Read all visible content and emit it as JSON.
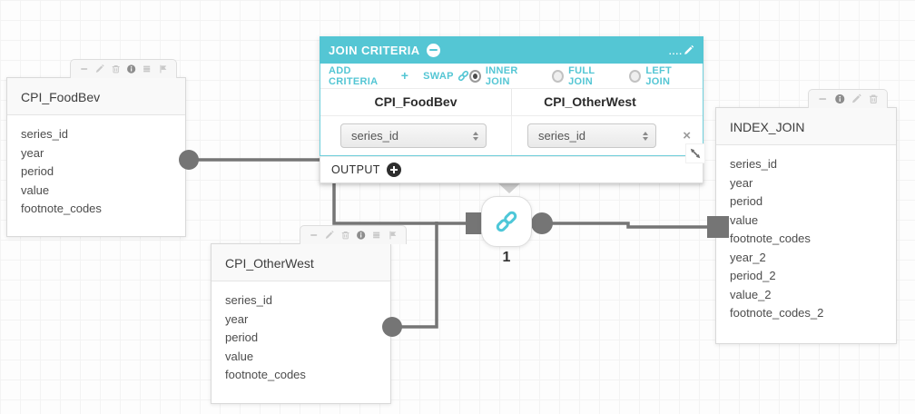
{
  "colors": {
    "accent": "#54c6d4",
    "connector": "#757575",
    "grid_line": "#f3f3f3",
    "card_border": "#d9d9d9"
  },
  "join_panel": {
    "title": "JOIN CRITERIA",
    "toolbar": {
      "add_criteria": "ADD CRITERIA",
      "swap": "SWAP"
    },
    "join_types": [
      {
        "label": "INNER JOIN",
        "selected": true
      },
      {
        "label": "FULL JOIN",
        "selected": false
      },
      {
        "label": "LEFT JOIN",
        "selected": false
      }
    ],
    "columns": {
      "left": "CPI_FoodBev",
      "right": "CPI_OtherWest"
    },
    "criteria": [
      {
        "left_field": "series_id",
        "right_field": "series_id"
      }
    ],
    "remove_label": "×",
    "output_label": "OUTPUT",
    "icons": [
      "minus-circle-icon",
      "rename-pencil-icon",
      "add-plus-icon",
      "swap-link-icon",
      "resize-icon",
      "output-plus-icon"
    ]
  },
  "tables": [
    {
      "name": "CPI_FoodBev",
      "fields": [
        "series_id",
        "year",
        "period",
        "value",
        "footnote_codes"
      ],
      "tab_icons": [
        "minus-icon",
        "pencil-icon",
        "trash-icon",
        "info-icon",
        "rows-icon",
        "flag-icon"
      ]
    },
    {
      "name": "CPI_OtherWest",
      "fields": [
        "series_id",
        "year",
        "period",
        "value",
        "footnote_codes"
      ],
      "tab_icons": [
        "minus-icon",
        "pencil-icon",
        "trash-icon",
        "info-icon",
        "rows-icon",
        "flag-icon"
      ]
    },
    {
      "name": "INDEX_JOIN",
      "fields": [
        "series_id",
        "year",
        "period",
        "value",
        "footnote_codes",
        "year_2",
        "period_2",
        "value_2",
        "footnote_codes_2"
      ],
      "tab_icons": [
        "minus-icon",
        "info-icon",
        "pencil-icon",
        "trash-icon"
      ]
    }
  ],
  "join_node": {
    "label": "1",
    "icon": "link-icon"
  }
}
